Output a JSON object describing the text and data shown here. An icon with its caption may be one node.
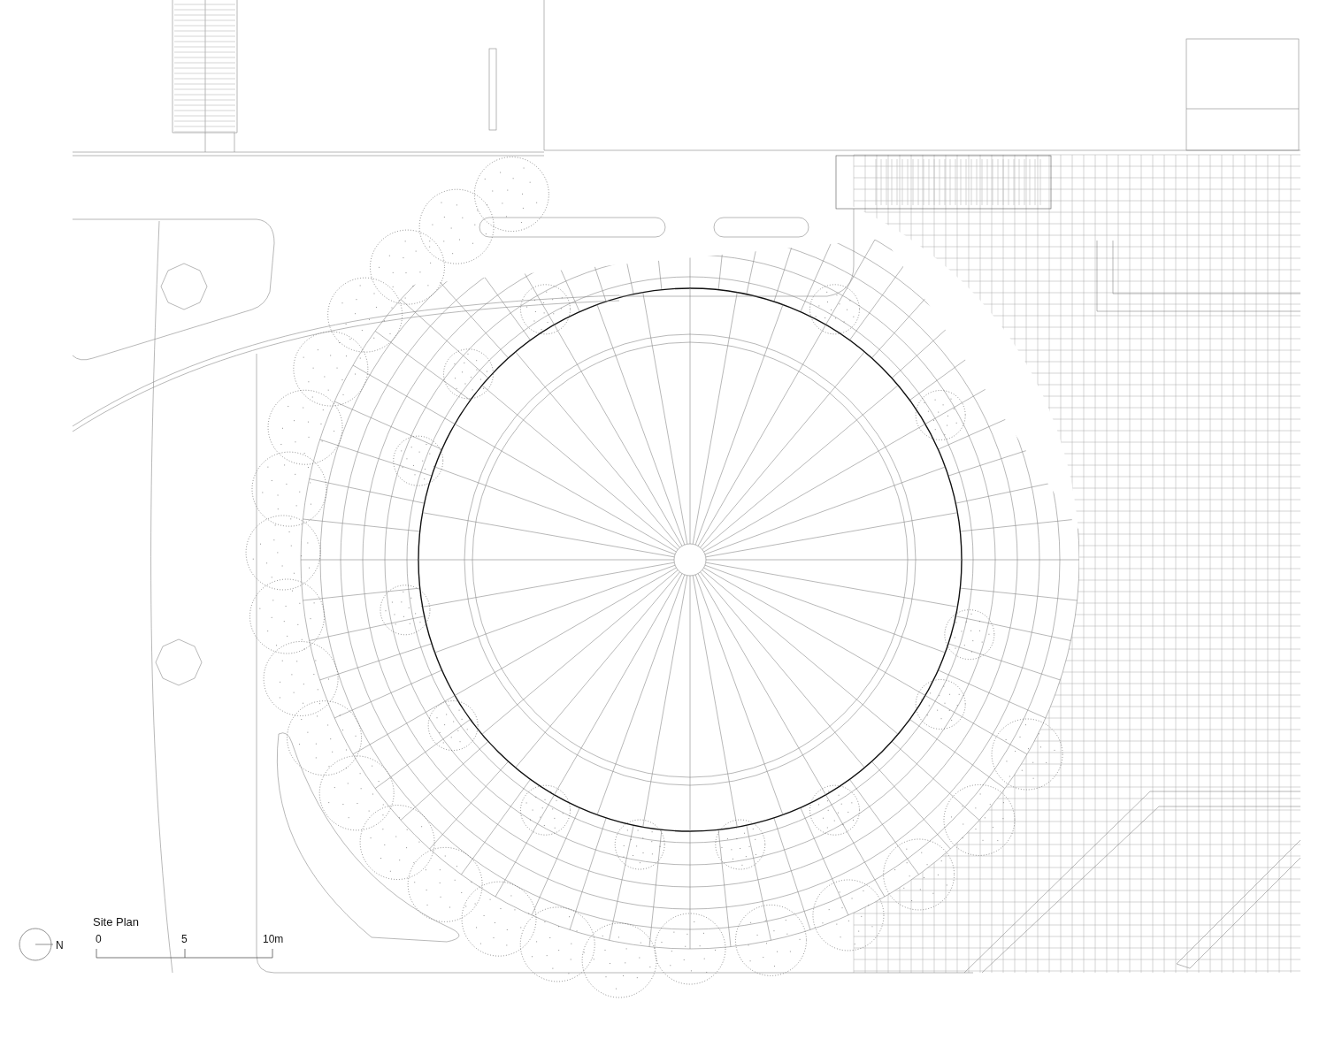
{
  "diagram": {
    "title": "Site Plan",
    "labels": [
      "0",
      "5",
      "10m",
      "N"
    ]
  }
}
